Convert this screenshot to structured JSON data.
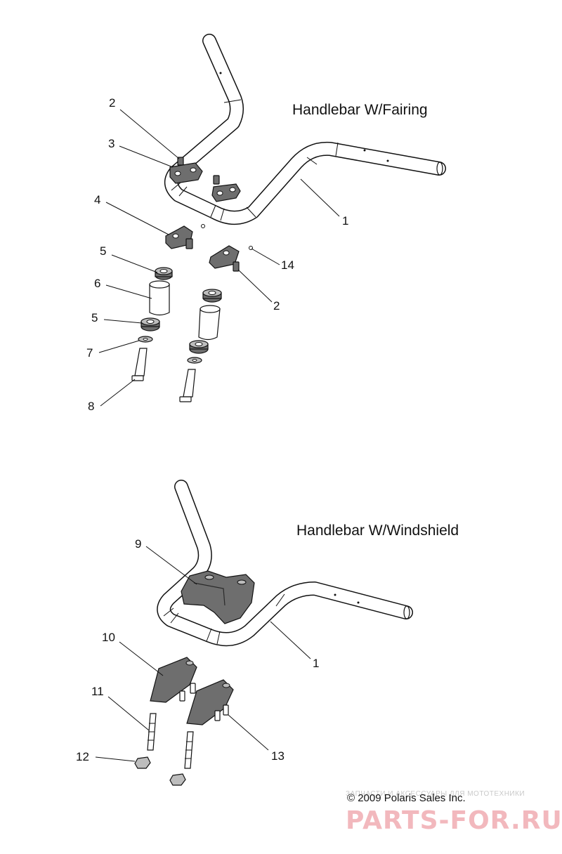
{
  "diagram": {
    "assemblies": [
      {
        "title": "Handlebar W/Fairing"
      },
      {
        "title": "Handlebar W/Windshield"
      }
    ],
    "callouts_fairing": [
      "2",
      "3",
      "4",
      "5",
      "6",
      "5",
      "7",
      "8",
      "1",
      "14",
      "2"
    ],
    "callouts_windshield": [
      "9",
      "1",
      "10",
      "11",
      "12",
      "13"
    ],
    "copyright": "© 2009 Polaris Sales Inc.",
    "watermark": {
      "caption": "ЗАПЧАСТИ И АКСЕССУАРЫ ДЛЯ МОТОТЕХНИКИ",
      "logo": "PARTS-FOR.RU"
    }
  }
}
